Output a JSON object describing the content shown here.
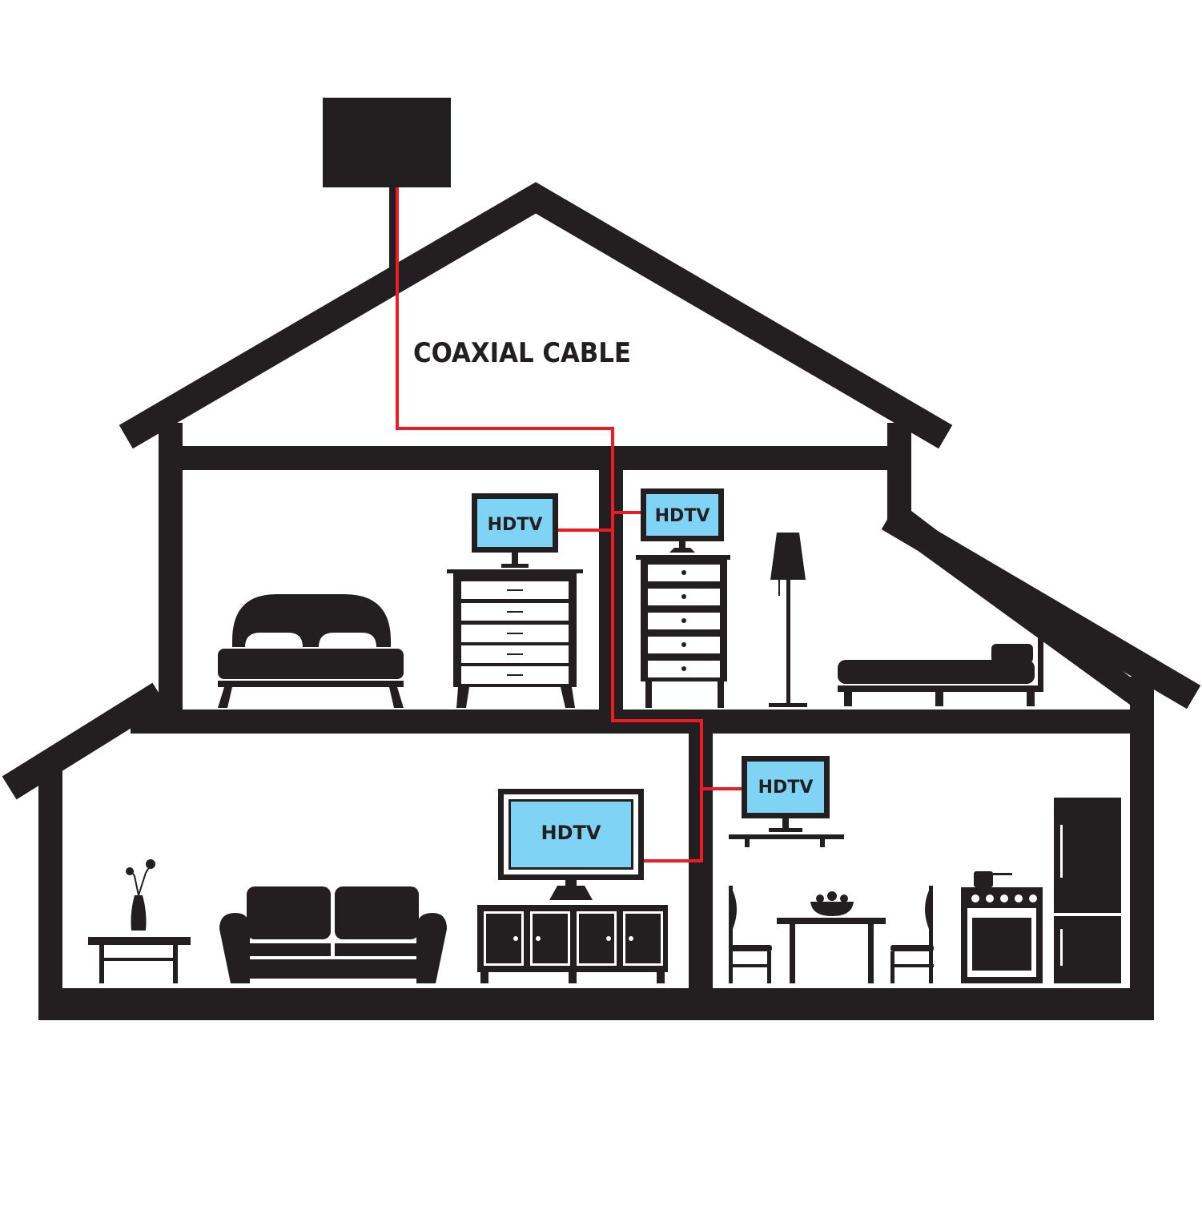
{
  "cable_label": "COAXIAL CABLE",
  "tv_labels": [
    "HDTV",
    "HDTV",
    "HDTV",
    "HDTV"
  ],
  "colors": {
    "structure": "#231f20",
    "cable": "#ed1c24",
    "screen": "#7fd3f5",
    "background": "#ffffff"
  },
  "icons": [
    "antenna-icon",
    "double-bed-icon",
    "dresser-icon",
    "floor-lamp-icon",
    "single-bed-icon",
    "side-table-icon",
    "vase-icon",
    "sofa-icon",
    "media-cabinet-icon",
    "wall-shelf-icon",
    "dining-table-icon",
    "chair-icon",
    "stove-icon",
    "refrigerator-icon"
  ]
}
